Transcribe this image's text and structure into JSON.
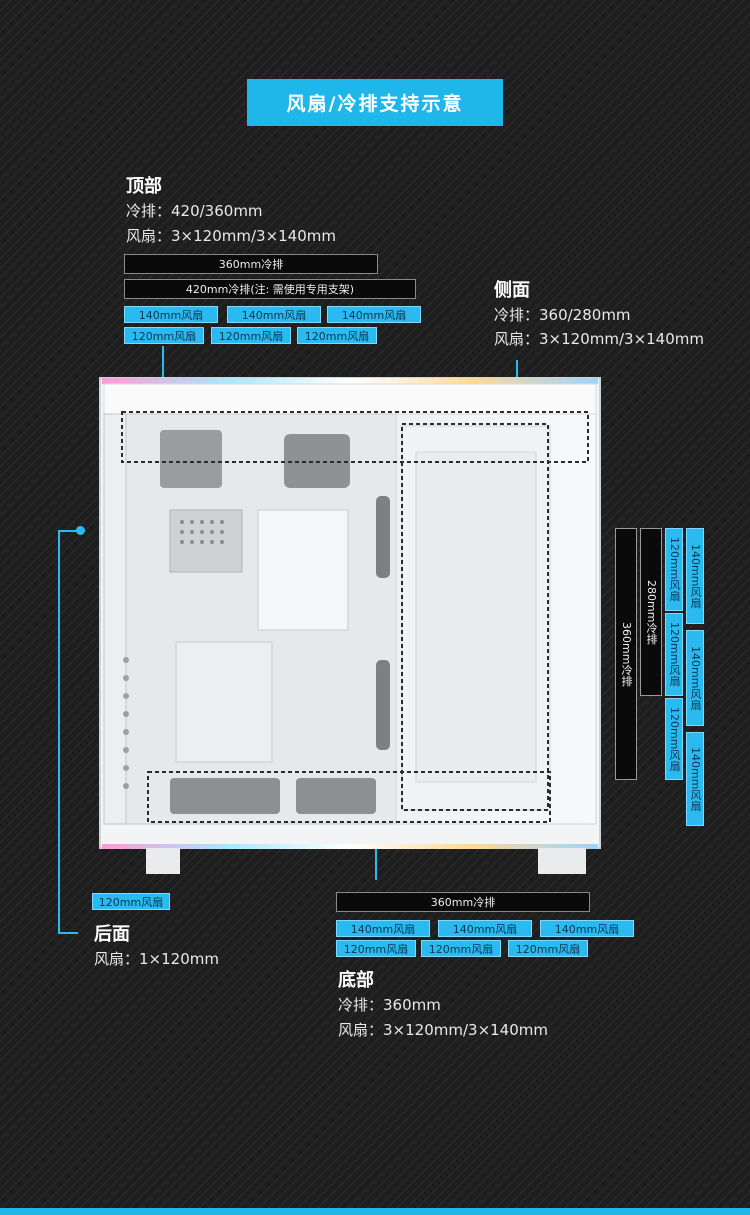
{
  "title": "风扇/冷排支持示意",
  "top": {
    "heading": "顶部",
    "radiator_spec": "冷排：420/360mm",
    "fan_spec": "风扇：3×120mm/3×140mm",
    "rad_tags": [
      "360mm冷排",
      "420mm冷排(注: 需使用专用支架)"
    ],
    "fan_tags_140": [
      "140mm风扇",
      "140mm风扇",
      "140mm风扇"
    ],
    "fan_tags_120": [
      "120mm风扇",
      "120mm风扇",
      "120mm风扇"
    ]
  },
  "side": {
    "heading": "侧面",
    "radiator_spec": "冷排：360/280mm",
    "fan_spec": "风扇：3×120mm/3×140mm",
    "rad_tags": [
      "360mm冷排",
      "280mm冷排"
    ],
    "fan_tags_120": [
      "120mm风扇",
      "120mm风扇",
      "120mm风扇"
    ],
    "fan_tags_140": [
      "140mm风扇",
      "140mm风扇",
      "140mm风扇"
    ]
  },
  "rear": {
    "heading": "后面",
    "fan_spec": "风扇：1×120mm",
    "fan_tag": "120mm风扇"
  },
  "bottom": {
    "heading": "底部",
    "radiator_spec": "冷排：360mm",
    "fan_spec": "风扇：3×120mm/3×140mm",
    "rad_tag": "360mm冷排",
    "fan_tags_140": [
      "140mm风扇",
      "140mm风扇",
      "140mm风扇"
    ],
    "fan_tags_120": [
      "120mm风扇",
      "120mm风扇",
      "120mm风扇"
    ]
  },
  "colors": {
    "accent": "#1fb6ea",
    "tag_blue": "#2bbaf0",
    "case_white": "#f4f4f4"
  }
}
